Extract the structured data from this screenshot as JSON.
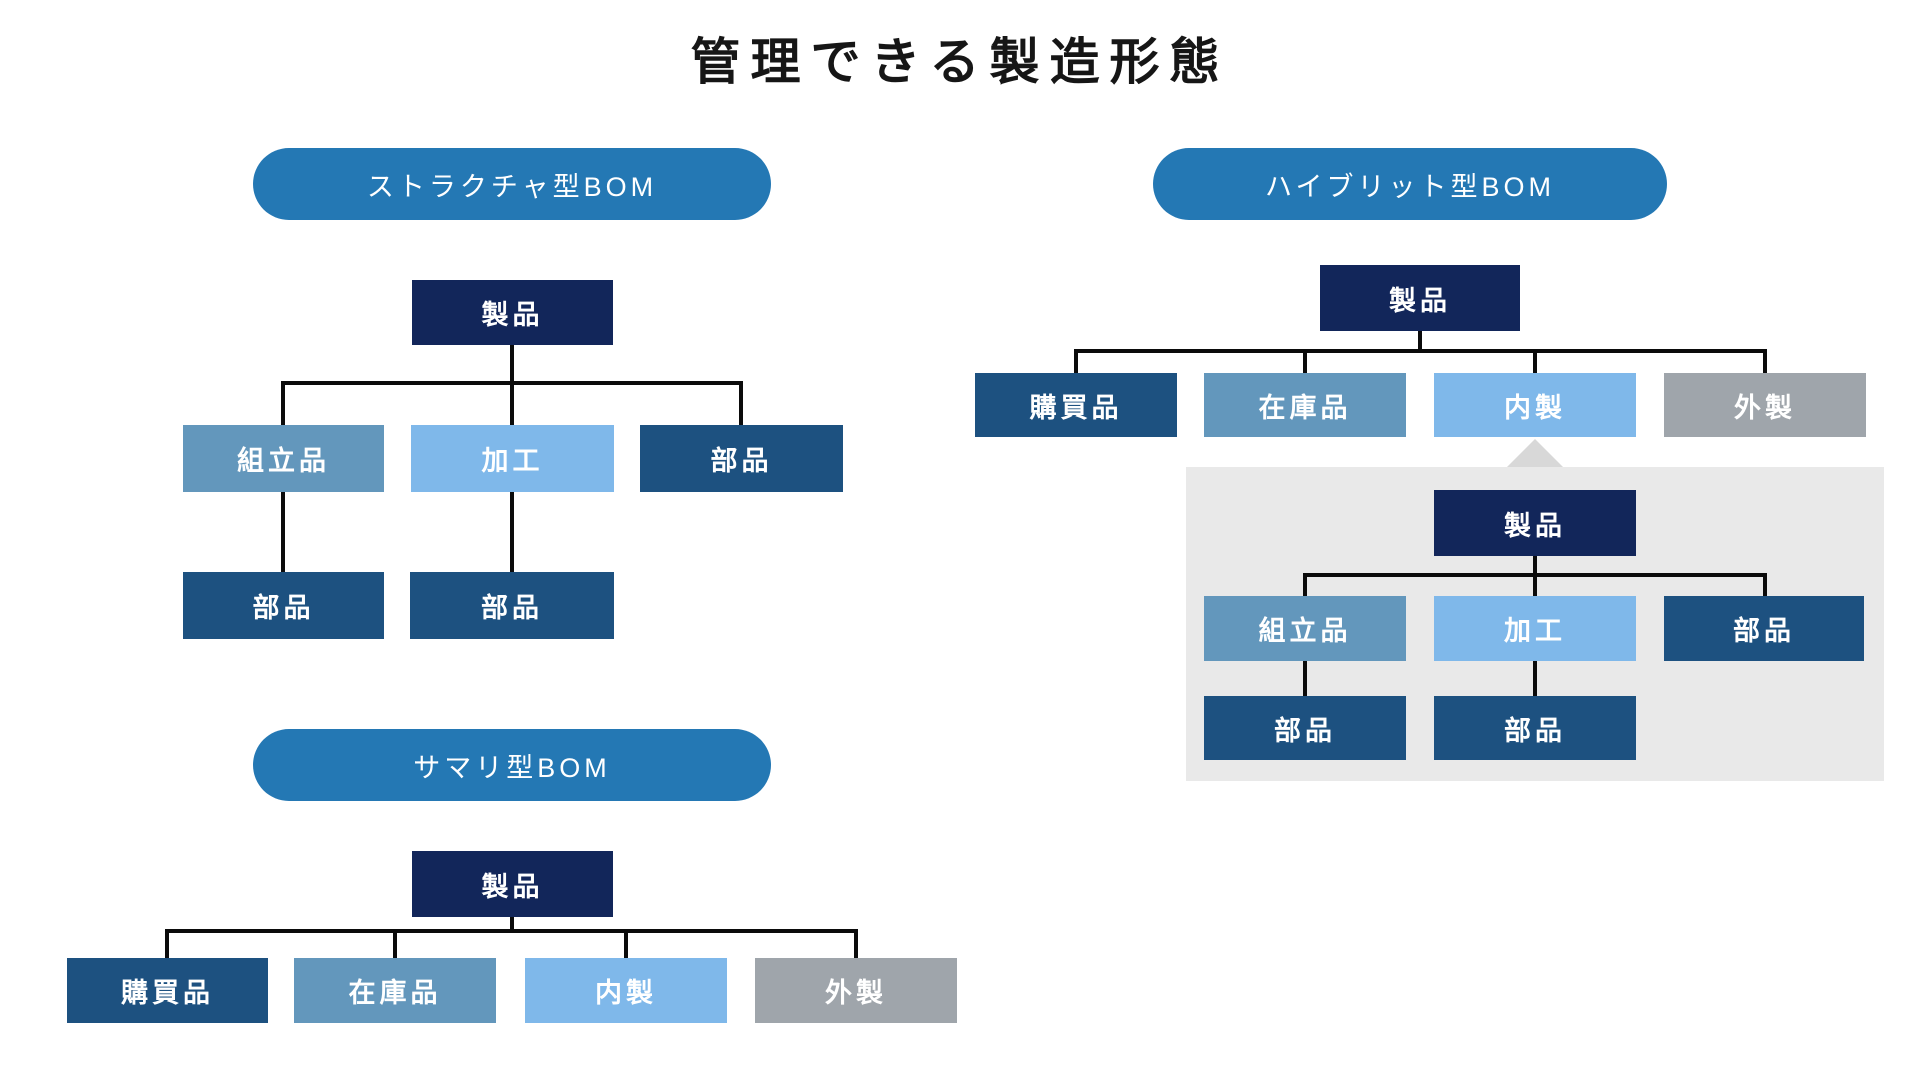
{
  "title": "管理できる製造形態",
  "palette": {
    "pill_blue": "#2478B4",
    "navy": "#12265A",
    "dark_blue": "#1D5180",
    "steel_blue": "#6397BC",
    "light_blue": "#7FB8EA",
    "gray": "#9FA5AB",
    "panel_gray": "#E9E9E9",
    "triangle_gray": "#D8D8D8",
    "line_black": "#0B0B0B"
  },
  "diagrams": {
    "structure": {
      "label": "ストラクチャ型BOM",
      "nodes": {
        "product": "製品",
        "assembly": "組立品",
        "processing": "加工",
        "part_right": "部品",
        "part_left": "部品",
        "part_center": "部品"
      }
    },
    "summary": {
      "label": "サマリ型BOM",
      "nodes": {
        "product": "製品",
        "purchased": "購買品",
        "stock": "在庫品",
        "inhouse": "内製",
        "outsourced": "外製"
      }
    },
    "hybrid": {
      "label": "ハイブリット型BOM",
      "nodes": {
        "product": "製品",
        "purchased": "購買品",
        "stock": "在庫品",
        "inhouse": "内製",
        "outsourced": "外製",
        "sub_product": "製品",
        "sub_assembly": "組立品",
        "sub_processing": "加工",
        "sub_part_right": "部品",
        "sub_part_left": "部品",
        "sub_part_center": "部品"
      }
    }
  }
}
